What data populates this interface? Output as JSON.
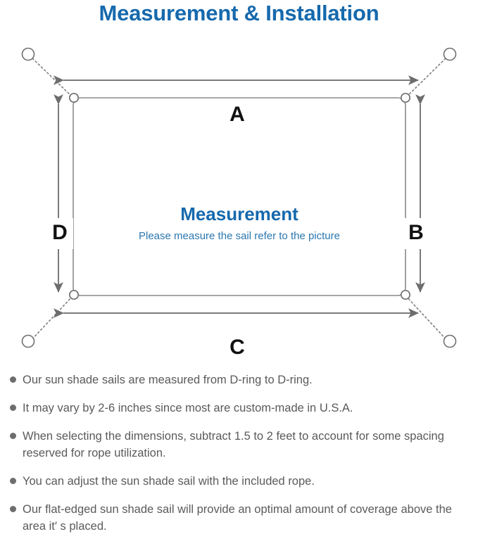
{
  "page": {
    "title": "Measurement & Installation",
    "title_color": "#1669ad",
    "background": "#ffffff"
  },
  "diagram": {
    "name": "sun-shade-sail-measurement-diagram",
    "center_label": {
      "heading": "Measurement",
      "subheading": "Please measure the sail refer to the picture",
      "heading_color": "#1669ad",
      "subheading_color": "#2b77b0"
    },
    "dimension_labels": [
      {
        "id": "A",
        "label": "A",
        "edge": "top",
        "orientation": "horizontal"
      },
      {
        "id": "B",
        "label": "B",
        "edge": "right",
        "orientation": "vertical"
      },
      {
        "id": "C",
        "label": "C",
        "edge": "bottom",
        "orientation": "horizontal"
      },
      {
        "id": "D",
        "label": "D",
        "edge": "left",
        "orientation": "vertical"
      }
    ],
    "sail": {
      "shape": "rounded-rectangle",
      "stroke_color": "#8a8a8a",
      "fill_color": "#ffffff"
    },
    "d_rings": [
      {
        "position": "top-left"
      },
      {
        "position": "top-right"
      },
      {
        "position": "bottom-left"
      },
      {
        "position": "bottom-right"
      }
    ],
    "anchor_points": [
      {
        "position": "top-left"
      },
      {
        "position": "top-right"
      },
      {
        "position": "bottom-left"
      },
      {
        "position": "bottom-right"
      }
    ],
    "rope_style": "dotted",
    "arrow_color": "#6d6d6d",
    "line_color": "#8a8a8a"
  },
  "notes": {
    "bullet_color": "#6d6d6d",
    "text_color": "#5a5a5a",
    "items": [
      "Our sun shade sails are measured from D-ring to D-ring.",
      "It may vary by 2-6 inches since most are custom-made in U.S.A.",
      "When selecting the dimensions, subtract 1.5 to 2 feet to account for some spacing reserved for rope utilization.",
      "You can adjust the sun shade sail with the included rope.",
      "Our flat-edged sun shade sail will provide an optimal amount of coverage above the area it′ s placed."
    ]
  }
}
